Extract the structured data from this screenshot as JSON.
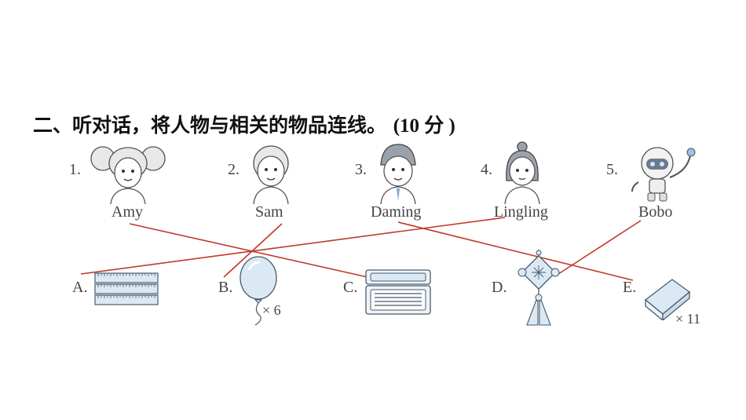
{
  "title": {
    "text": "二、听对话，将人物与相关的物品连线。",
    "score": "(10 分 )"
  },
  "people": [
    {
      "number": "1.",
      "name": "Amy"
    },
    {
      "number": "2.",
      "name": "Sam"
    },
    {
      "number": "3.",
      "name": "Daming"
    },
    {
      "number": "4.",
      "name": "Lingling"
    },
    {
      "number": "5.",
      "name": "Bobo"
    }
  ],
  "items": [
    {
      "letter": "A.",
      "icon": "rulers-icon",
      "quantity": ""
    },
    {
      "letter": "B.",
      "icon": "balloon-icon",
      "quantity": "× 6"
    },
    {
      "letter": "C.",
      "icon": "pencil-box-icon",
      "quantity": ""
    },
    {
      "letter": "D.",
      "icon": "chinese-knot-icon",
      "quantity": ""
    },
    {
      "letter": "E.",
      "icon": "eraser-icon",
      "quantity": "× 11"
    }
  ],
  "matches": [
    {
      "person": "Amy",
      "item": "C."
    },
    {
      "person": "Sam",
      "item": "B."
    },
    {
      "person": "Daming",
      "item": "E."
    },
    {
      "person": "Lingling",
      "item": "A."
    },
    {
      "person": "Bobo",
      "item": "D."
    }
  ],
  "colors": {
    "line": "#c0392b",
    "outline": "#4a5a6a",
    "fill": "#dbe9f5"
  }
}
